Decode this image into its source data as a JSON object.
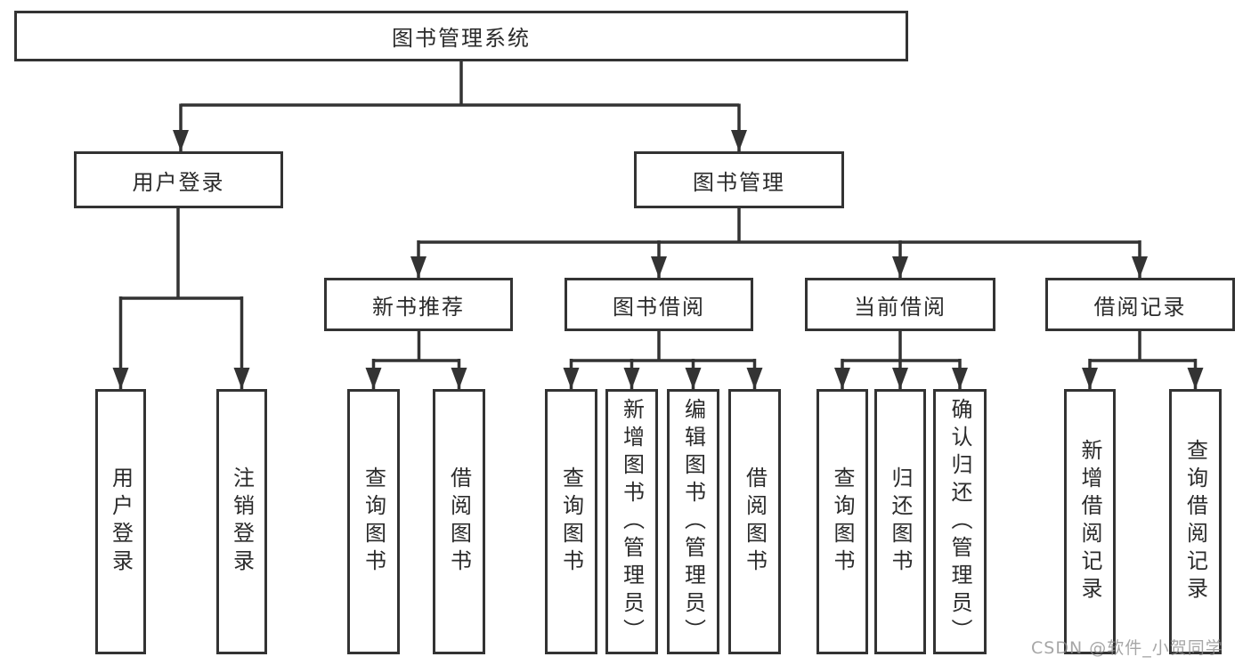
{
  "diagram": {
    "root": {
      "label": "图书管理系统"
    },
    "level2": [
      {
        "label": "用户登录"
      },
      {
        "label": "图书管理"
      }
    ],
    "level3": [
      {
        "label": "新书推荐"
      },
      {
        "label": "图书借阅"
      },
      {
        "label": "当前借阅"
      },
      {
        "label": "借阅记录"
      }
    ],
    "leaves": {
      "user_login": [
        "用户登录",
        "注销登录"
      ],
      "new_book": [
        "查询图书",
        "借阅图书"
      ],
      "book_borrow": [
        "查询图书",
        "新增图书（管理员）",
        "编辑图书（管理员）",
        "借阅图书"
      ],
      "current_borrow": [
        "查询图书",
        "归还图书",
        "确认归还（管理员）"
      ],
      "borrow_record": [
        "新增借阅记录",
        "查询借阅记录"
      ]
    }
  },
  "watermark": {
    "text": "CSDN @软件_小贺同学"
  },
  "colors": {
    "line": "#333333",
    "box_border": "#333333",
    "box_fill": "#ffffff",
    "text": "#2b2b2b",
    "watermark": "#8e8e8e"
  }
}
